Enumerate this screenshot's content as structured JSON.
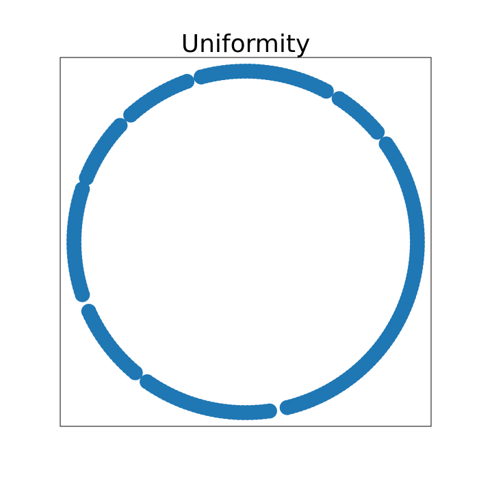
{
  "chart_data": {
    "type": "scatter",
    "title": "Uniformity",
    "xlabel": "",
    "ylabel": "",
    "xlim": [
      -1.08,
      1.08
    ],
    "ylim": [
      -1.08,
      1.08
    ],
    "grid": false,
    "ticks_visible": false,
    "marker": "circle",
    "point_color": "#1f77b4",
    "angle_ranges_deg": [
      [
        -76,
        35
      ],
      [
        40,
        57
      ],
      [
        62,
        105
      ],
      [
        110,
        132
      ],
      [
        137,
        158
      ],
      [
        162,
        198
      ],
      [
        204,
        230
      ],
      [
        235,
        278
      ]
    ],
    "points_per_range": [
      80,
      12,
      30,
      16,
      16,
      26,
      18,
      30
    ]
  }
}
